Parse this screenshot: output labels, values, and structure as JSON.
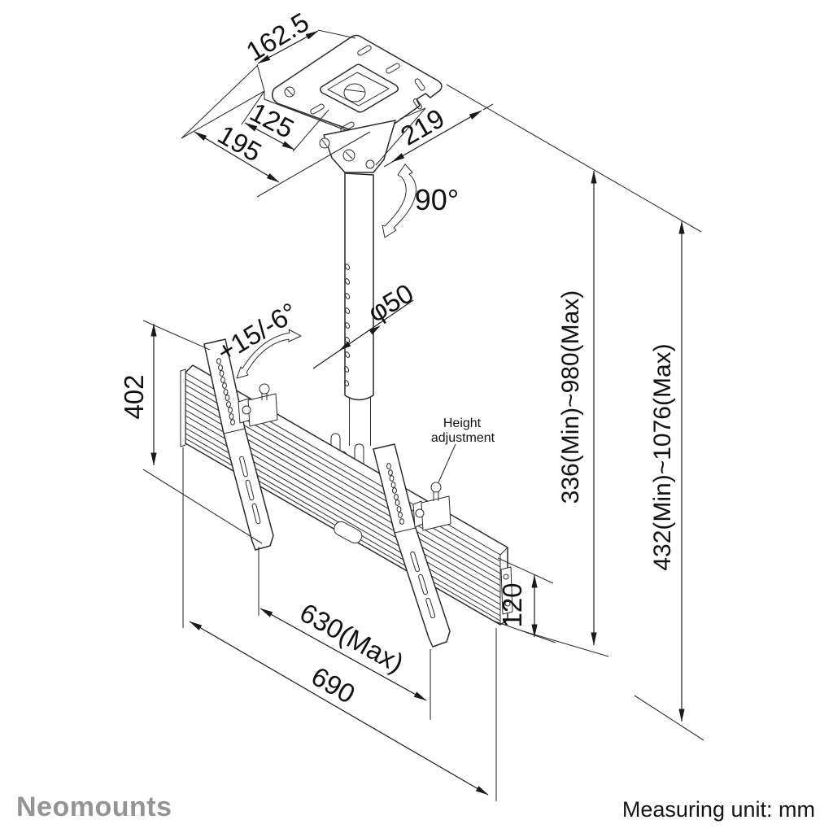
{
  "dims": {
    "plate_depth": "162.5",
    "plate_hole_spacing": "125",
    "plate_mount_width": "195",
    "plate_width": "219",
    "swivel_angle": "90°",
    "pole_diameter": "φ50",
    "tilt_range": "+15/-6°",
    "bracket_height": "402",
    "drop_min_max": "336(Min)~980(Max)",
    "total_drop_min_max": "432(Min)~1076(Max)",
    "rail_depth": "120",
    "bracket_spread_max": "630(Max)",
    "rail_length": "690"
  },
  "labels": {
    "height_adjustment_line1": "Height",
    "height_adjustment_line2": "adjustment"
  },
  "footer": {
    "brand": "Neomounts",
    "measuring_unit": "Measuring unit: mm"
  },
  "colors": {
    "line": "#2b2b2b",
    "dimension": "#1a1a1a",
    "brand_gray": "#949494",
    "background": "#ffffff"
  }
}
